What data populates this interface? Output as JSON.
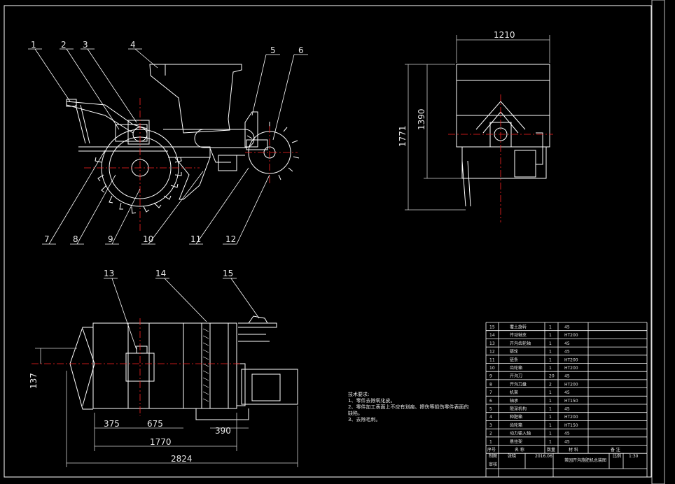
{
  "colors": {
    "background": "#000000",
    "line": "#ffffff",
    "centerline": "#ff2222",
    "dimension": "#cfcfcf"
  },
  "callouts": [
    "1",
    "2",
    "3",
    "4",
    "5",
    "6",
    "7",
    "8",
    "9",
    "10",
    "11",
    "12",
    "13",
    "14",
    "15"
  ],
  "dimensions": {
    "side_width": "1210",
    "side_height_a": "1390",
    "side_height_b": "1771",
    "top_a": "375",
    "top_b": "675",
    "top_c": "390",
    "top_total_a": "1770",
    "top_total_b": "2824",
    "top_side": "137"
  },
  "notes": {
    "title": "技术要求:",
    "lines": [
      "1、零件去除氧化皮。",
      "2、零件加工表面上不应有划痕、擦伤等损伤零件表面的",
      "缺陷。",
      "3、去除毛刺。"
    ]
  },
  "bom": [
    {
      "no": "15",
      "name": "覆土旋转",
      "qty": "1",
      "mat": "45"
    },
    {
      "no": "14",
      "name": "传动轴支",
      "qty": "1",
      "mat": "HT200"
    },
    {
      "no": "13",
      "name": "开沟齿轮轴",
      "qty": "1",
      "mat": "45"
    },
    {
      "no": "12",
      "name": "链轮",
      "qty": "1",
      "mat": "45"
    },
    {
      "no": "11",
      "name": "链条",
      "qty": "1",
      "mat": "HT200"
    },
    {
      "no": "10",
      "name": "齿轮箱",
      "qty": "1",
      "mat": "HT200"
    },
    {
      "no": "9",
      "name": "开沟刀",
      "qty": "20",
      "mat": "45"
    },
    {
      "no": "8",
      "name": "开沟刀盘",
      "qty": "2",
      "mat": "HT200"
    },
    {
      "no": "7",
      "name": "机架",
      "qty": "1",
      "mat": "45"
    },
    {
      "no": "6",
      "name": "轴承",
      "qty": "1",
      "mat": "HT150"
    },
    {
      "no": "5",
      "name": "限深机构",
      "qty": "1",
      "mat": "45"
    },
    {
      "no": "4",
      "name": "种肥箱",
      "qty": "1",
      "mat": "HT200"
    },
    {
      "no": "3",
      "name": "齿轮箱",
      "qty": "1",
      "mat": "HT150"
    },
    {
      "no": "2",
      "name": "动力输入轴",
      "qty": "1",
      "mat": "45"
    },
    {
      "no": "1",
      "name": "悬挂架",
      "qty": "1",
      "mat": "45"
    }
  ],
  "bom_header": {
    "no": "序号",
    "name": "名 称",
    "qty": "数量",
    "mat": "材 料",
    "note": "备 注"
  },
  "title_block": {
    "designer_label": "制图",
    "designer": "张晓",
    "date": "2016.06",
    "review_label": "审核",
    "drawing_title": "茶园开沟施肥机总装图",
    "scale_label": "比例",
    "scale": "1:30"
  }
}
